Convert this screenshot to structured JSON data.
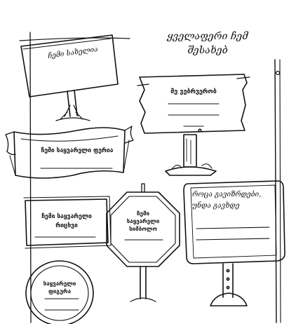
{
  "title": {
    "line1": "ყველაფერი ჩემ",
    "line2": "შესახებ"
  },
  "signs": {
    "name": "ჩემი სახელია",
    "birthday": "მე ვებრვერობ",
    "color": "ჩემი საყვარელი ფერია",
    "number_line1": "ჩემი საყვარელი",
    "number_line2": "რიცხვი",
    "symbol_line1": "ჩემი",
    "symbol_line2": "საყვარელი",
    "symbol_line3": "სიმბოლო",
    "grow_line1": "როცა გავიზრდები,",
    "grow_line2": "უნდა გავხდე",
    "shape_line1": "საყვარელი",
    "shape_line2": "ფიგურა"
  }
}
